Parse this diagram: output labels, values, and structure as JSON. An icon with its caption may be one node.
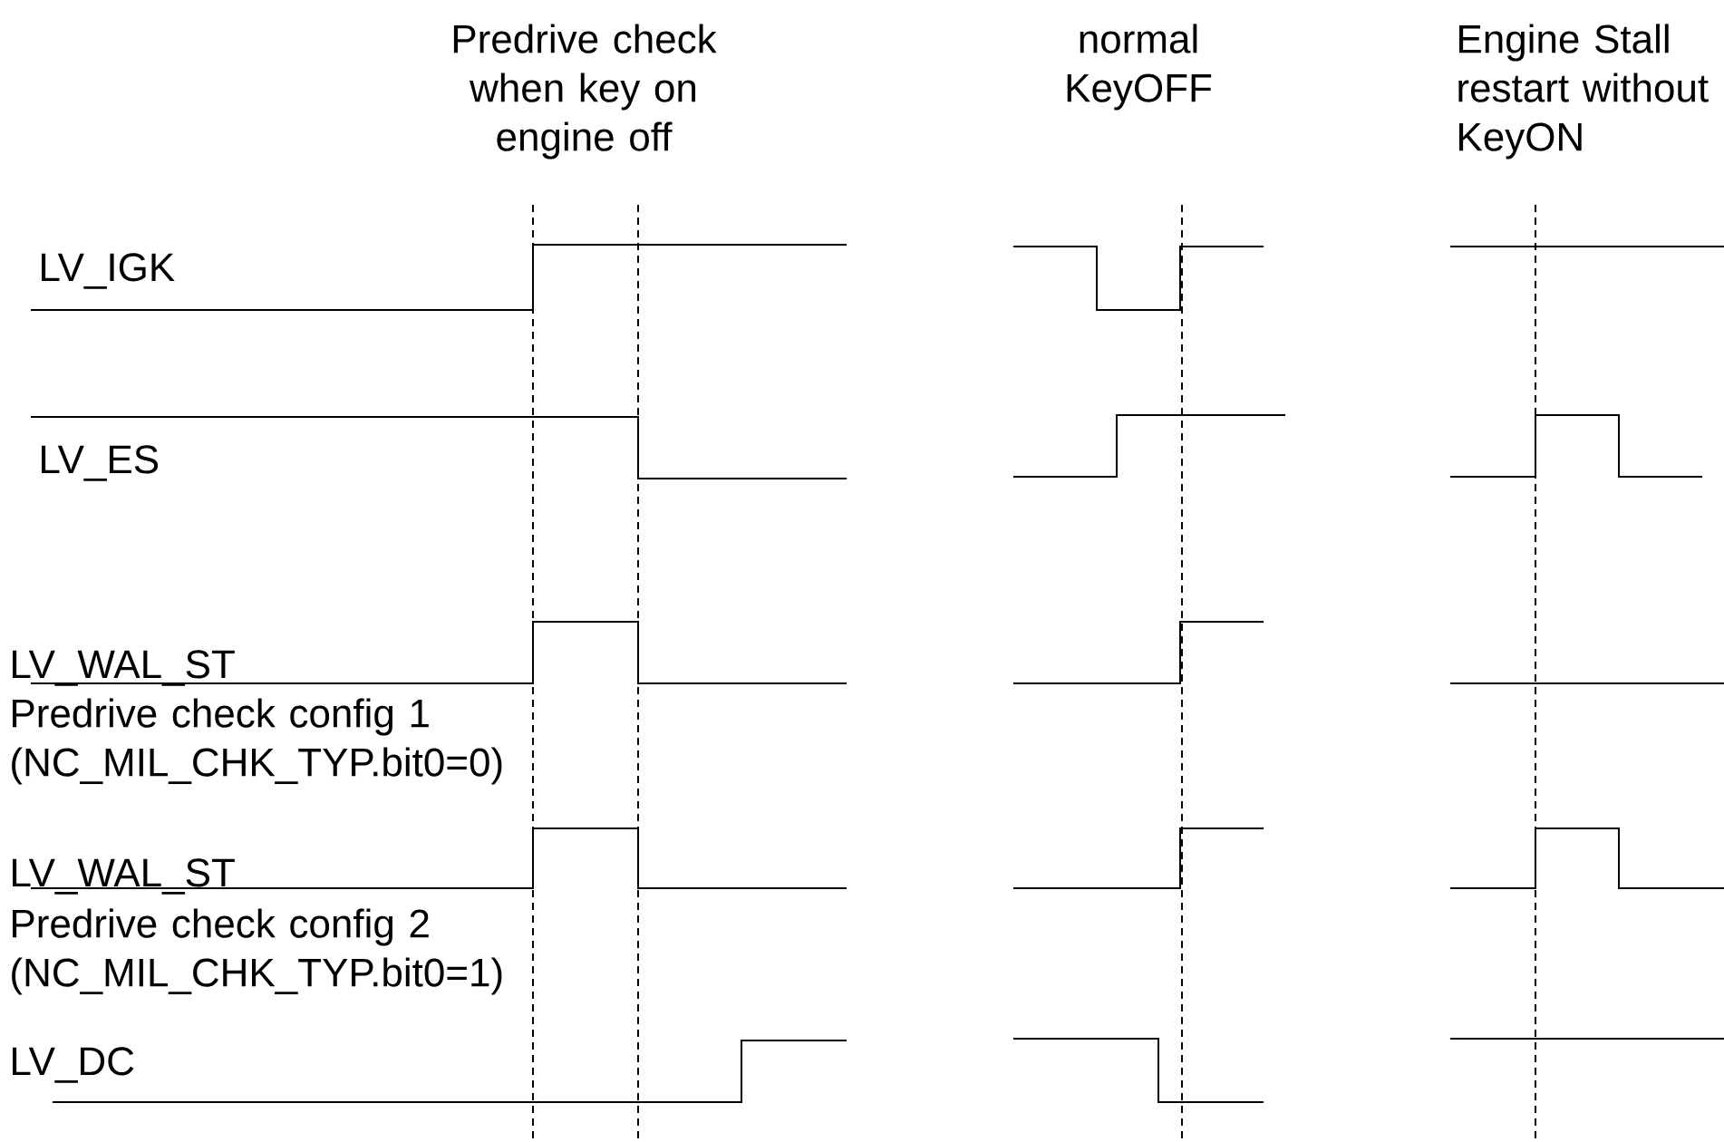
{
  "diagram": {
    "labels": [
      "Predrive check when key on engine off",
      "normal KeyOFF",
      "Engine Stall restart without KeyON",
      "LV_IGK",
      "LV_ES",
      "LV_WAL_ST",
      "Predrive check config 1 (NC_MIL_CHK_TYP.bit0=0)",
      "LV_WAL_ST",
      "Predrive check config 2 (NC_MIL_CHK_TYP.bit0=1)",
      "LV_DC"
    ]
  }
}
